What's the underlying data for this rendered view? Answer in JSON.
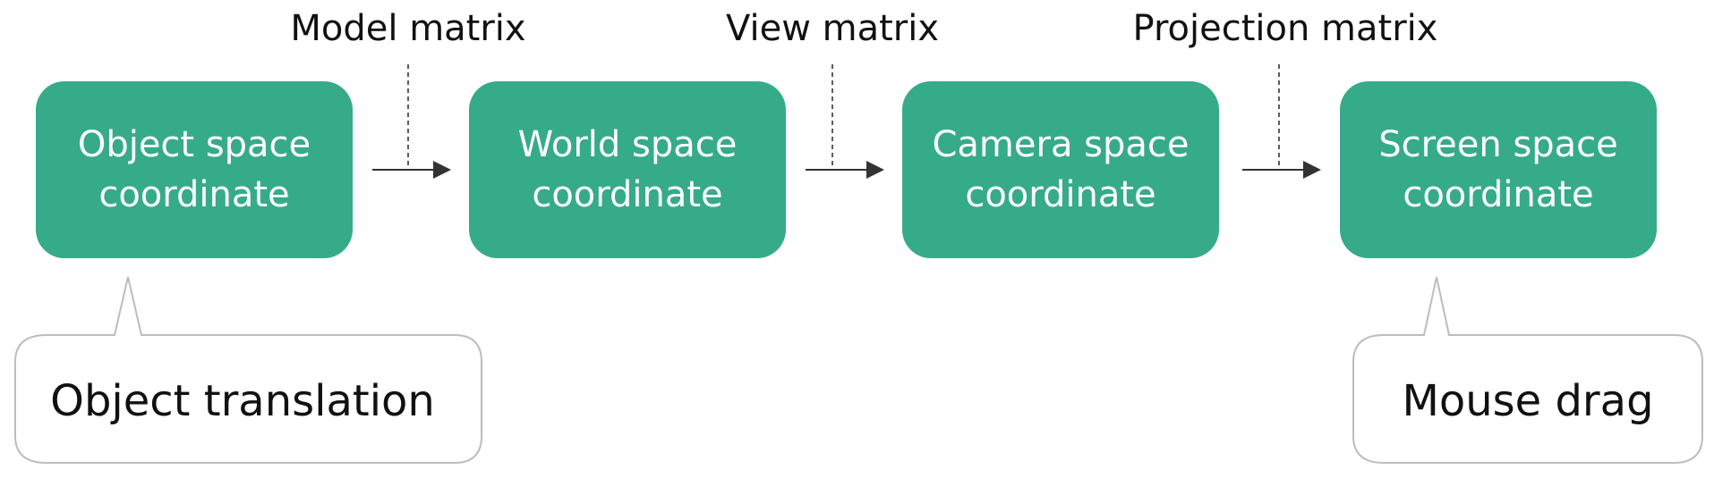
{
  "colors": {
    "box_fill": "#36AB8A",
    "box_text": "#FFFFFF",
    "text": "#111111",
    "connector": "#333333",
    "callout_border": "#BDBDBD",
    "background": "#FFFFFF"
  },
  "nodes": [
    {
      "id": "object-space",
      "lines": [
        "Object space",
        "coordinate"
      ]
    },
    {
      "id": "world-space",
      "lines": [
        "World space",
        "coordinate"
      ]
    },
    {
      "id": "camera-space",
      "lines": [
        "Camera space",
        "coordinate"
      ]
    },
    {
      "id": "screen-space",
      "lines": [
        "Screen space",
        "coordinate"
      ]
    }
  ],
  "transforms": [
    {
      "from": "object-space",
      "to": "world-space",
      "label": "Model matrix"
    },
    {
      "from": "world-space",
      "to": "camera-space",
      "label": "View matrix"
    },
    {
      "from": "camera-space",
      "to": "screen-space",
      "label": "Projection matrix"
    }
  ],
  "callouts": [
    {
      "target": "object-space",
      "text": "Object translation"
    },
    {
      "target": "screen-space",
      "text": "Mouse drag"
    }
  ]
}
